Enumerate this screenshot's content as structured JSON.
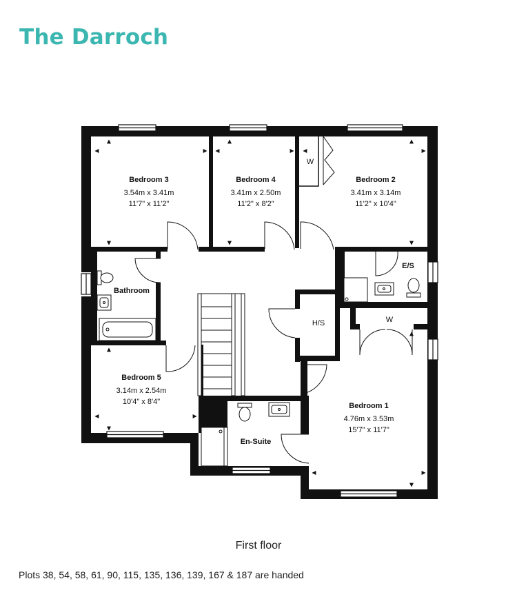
{
  "title": "The Darroch",
  "floor_label": "First floor",
  "plots_note": "Plots 38, 54, 58, 61, 90, 115, 135, 136, 139, 167 & 187 are handed",
  "colors": {
    "title": "#3cb6b0",
    "walls": "#111111"
  },
  "rooms": {
    "bedroom3": {
      "name": "Bedroom 3",
      "metric": "3.54m x 3.41m",
      "imperial": "11'7\" x 11'2\""
    },
    "bedroom4": {
      "name": "Bedroom 4",
      "metric": "3.41m x 2.50m",
      "imperial": "11'2\" x 8'2\""
    },
    "bedroom2": {
      "name": "Bedroom 2",
      "metric": "3.41m x 3.14m",
      "imperial": "11'2\" x 10'4\""
    },
    "bedroom5": {
      "name": "Bedroom 5",
      "metric": "3.14m x 2.54m",
      "imperial": "10'4\" x 8'4\""
    },
    "bedroom1": {
      "name": "Bedroom 1",
      "metric": "4.76m x 3.53m",
      "imperial": "15'7\" x 11'7\""
    }
  },
  "labels": {
    "bathroom": "Bathroom",
    "ensuite_main": "En-Suite",
    "ensuite_small": "E/S",
    "hot_store": "H/S",
    "wardrobe_bed2": "W",
    "wardrobe_bed1": "W"
  }
}
